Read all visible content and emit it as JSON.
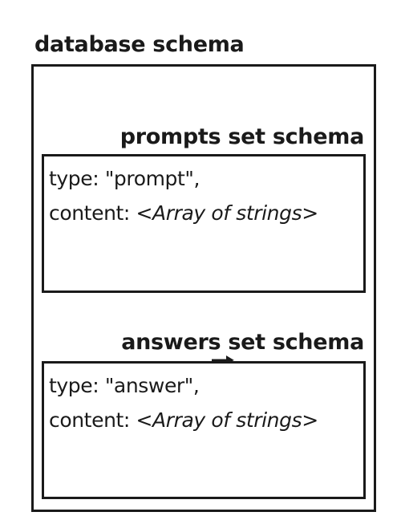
{
  "diagram": {
    "title": "database schema",
    "prompts": {
      "title": "prompts set schema",
      "type_line": "type: \"prompt\",",
      "content_key": "content: ",
      "content_value": "<Array of strings>"
    },
    "answers": {
      "title": "answers set schema",
      "type_line": "type: \"answer\",",
      "content_key": "content: ",
      "content_value": "<Array of strings>"
    }
  }
}
